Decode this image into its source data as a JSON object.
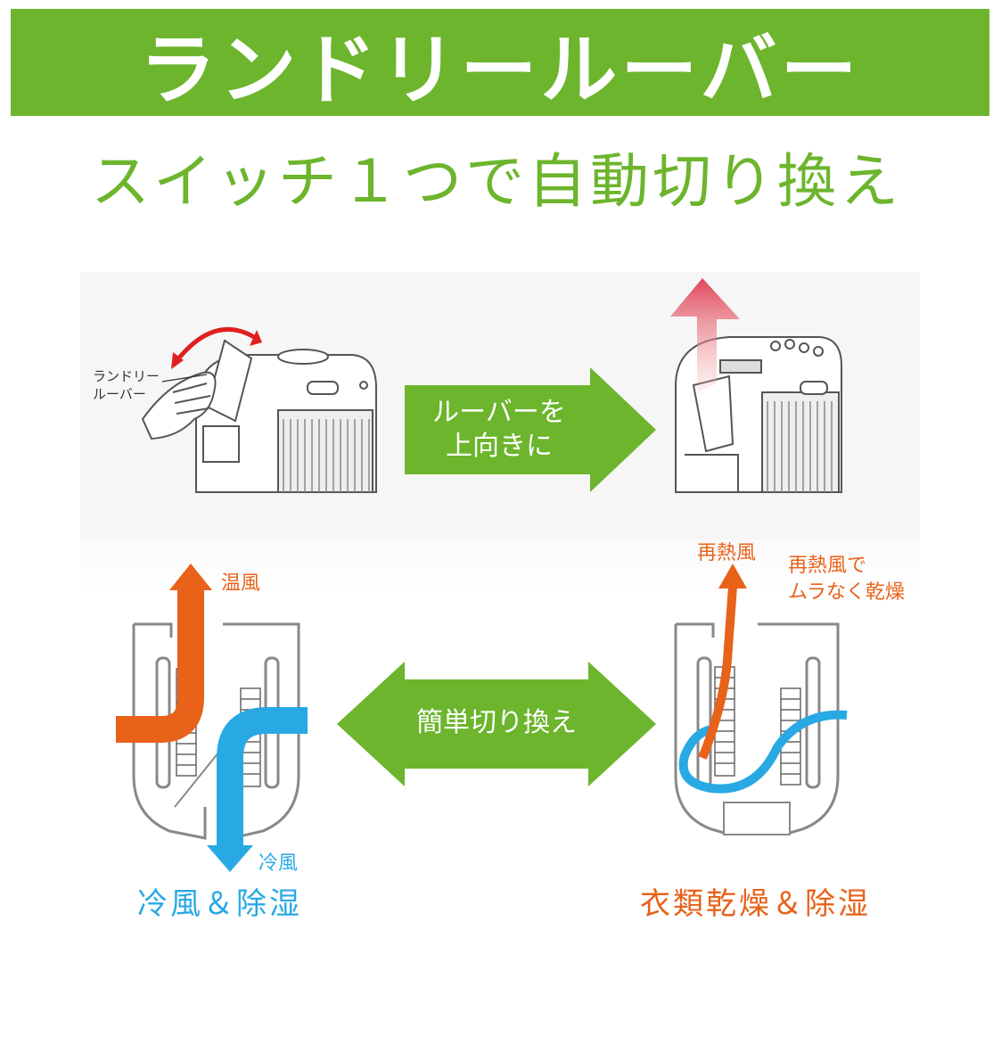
{
  "header": {
    "title": "ランドリールーバー"
  },
  "subtitle": "スイッチ１つで自動切り換え",
  "top_left": {
    "callout": [
      "ランドリー",
      "ルーバー"
    ]
  },
  "top_arrow": {
    "line1": "ルーバーを",
    "line2": "上向きに"
  },
  "middle_arrow": {
    "label": "簡単切り換え"
  },
  "left_diagram": {
    "hot_air_label": "温風",
    "cold_air_label": "冷風",
    "caption": "冷風＆除湿"
  },
  "right_diagram": {
    "reheat_label": "再熱風",
    "note_line1": "再熱風で",
    "note_line2": "ムラなく乾燥",
    "caption": "衣類乾燥＆除湿"
  },
  "colors": {
    "green": "#6cb52d",
    "orange": "#e8621a",
    "blue": "#29a9e4",
    "red_arrow": "#e03030"
  }
}
